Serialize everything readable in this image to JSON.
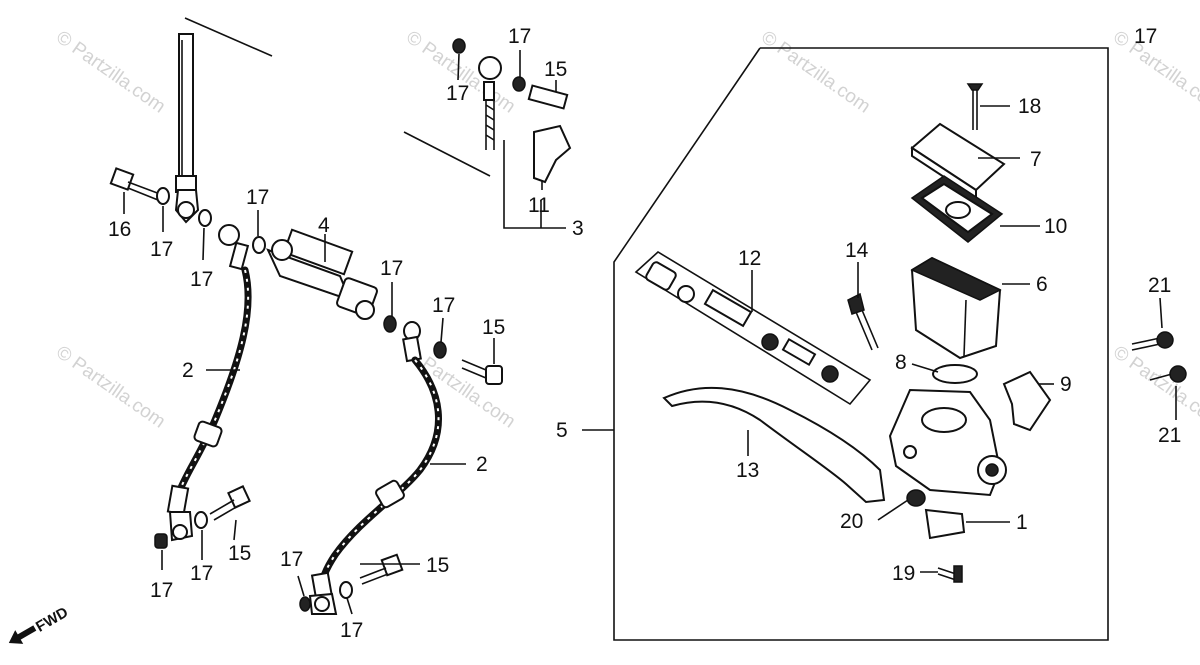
{
  "watermark": "© Partzilla.com",
  "direction_label": "FWD",
  "callouts": {
    "c1": "1",
    "c2a": "2",
    "c2b": "2",
    "c3": "3",
    "c4": "4",
    "c5": "5",
    "c6": "6",
    "c7": "7",
    "c8": "8",
    "c9": "9",
    "c10": "10",
    "c11": "11",
    "c12": "12",
    "c13": "13",
    "c14": "14",
    "c15a": "15",
    "c15b": "15",
    "c15c": "15",
    "c15d": "15",
    "c16": "16",
    "c17a": "17",
    "c17b": "17",
    "c17c": "17",
    "c17d": "17",
    "c17e": "17",
    "c17f": "17",
    "c17g": "17",
    "c17h": "17",
    "c17i": "17",
    "c17j": "17",
    "c17k": "17",
    "c17l": "17",
    "c18": "18",
    "c19": "19",
    "c20": "20",
    "c21a": "21",
    "c21b": "21"
  }
}
